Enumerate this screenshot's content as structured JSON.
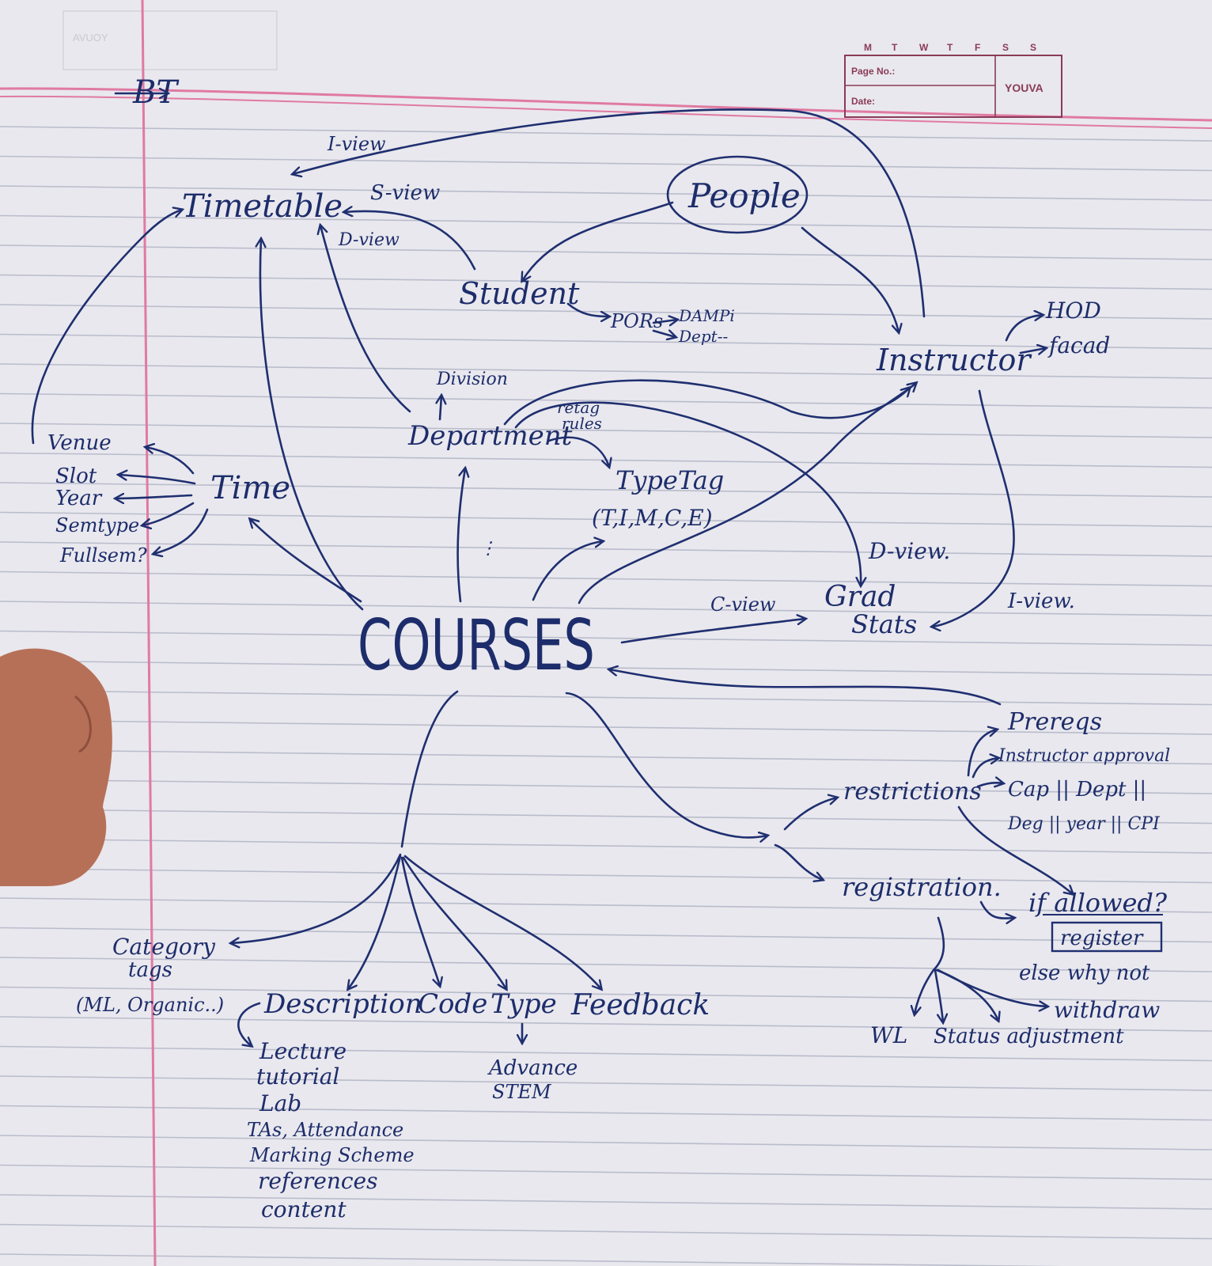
{
  "header": {
    "weekdays": [
      "M",
      "T",
      "W",
      "T",
      "F",
      "S",
      "S"
    ],
    "page_no_label": "Page No.:",
    "date_label": "Date:",
    "brand": "YOUVA",
    "ghost_brand": "AVUOY"
  },
  "nodes": {
    "bt": "BT",
    "timetable": "Timetable",
    "i_view_top": "I-view",
    "s_view": "S-view",
    "d_view_top": "D-view",
    "people": "People",
    "student": "Student",
    "pors": "PORs",
    "dampi": "DAMPi",
    "dept": "Dept--",
    "instructor": "Instructor",
    "hod": "HOD",
    "fecad": "facad",
    "division": "Division",
    "department": "Department",
    "retag_rules": [
      "retag",
      "rules"
    ],
    "typetag": "TypeTag",
    "typetag_values": "(T,I,M,C,E)",
    "time": "Time",
    "venue": "Venue",
    "slot": "Slot",
    "year": "Year",
    "semtype": "Semtype",
    "fullsem": "Fullsem?",
    "courses": "COURSES",
    "d_view": "D-view.",
    "c_view": "C-view",
    "grad_stats": [
      "Grad",
      "Stats"
    ],
    "i_view": "I-view.",
    "prereqs": "Prereqs",
    "restrictions": "restrictions",
    "restriction_items": [
      "Instructor approval",
      "Cap || Dept ||",
      "Deg || year || CPI"
    ],
    "registration": "registration.",
    "if_allowed": "if allowed?",
    "register": "register",
    "else_why_not": "else why not",
    "withdraw": "withdraw",
    "wl": "WL",
    "status_adjustment": "Status adjustment",
    "category_tags": [
      "Category",
      "tags"
    ],
    "category_examples": "(ML, Organic..)",
    "description": "Description",
    "code": "Code",
    "type": "Type",
    "feedback": "Feedback",
    "description_items": [
      "Lecture",
      "tutorial",
      "Lab",
      "TAs, Attendance",
      "Marking Scheme",
      "references",
      "content"
    ],
    "type_items": [
      "Advance",
      "STEM"
    ]
  },
  "colors": {
    "ink": "#1d2d6b",
    "paper": "#e9e8ee",
    "rule_line": "#b9bccb",
    "margin_line": "#e07aa3",
    "header_box": "#8a3b57"
  }
}
